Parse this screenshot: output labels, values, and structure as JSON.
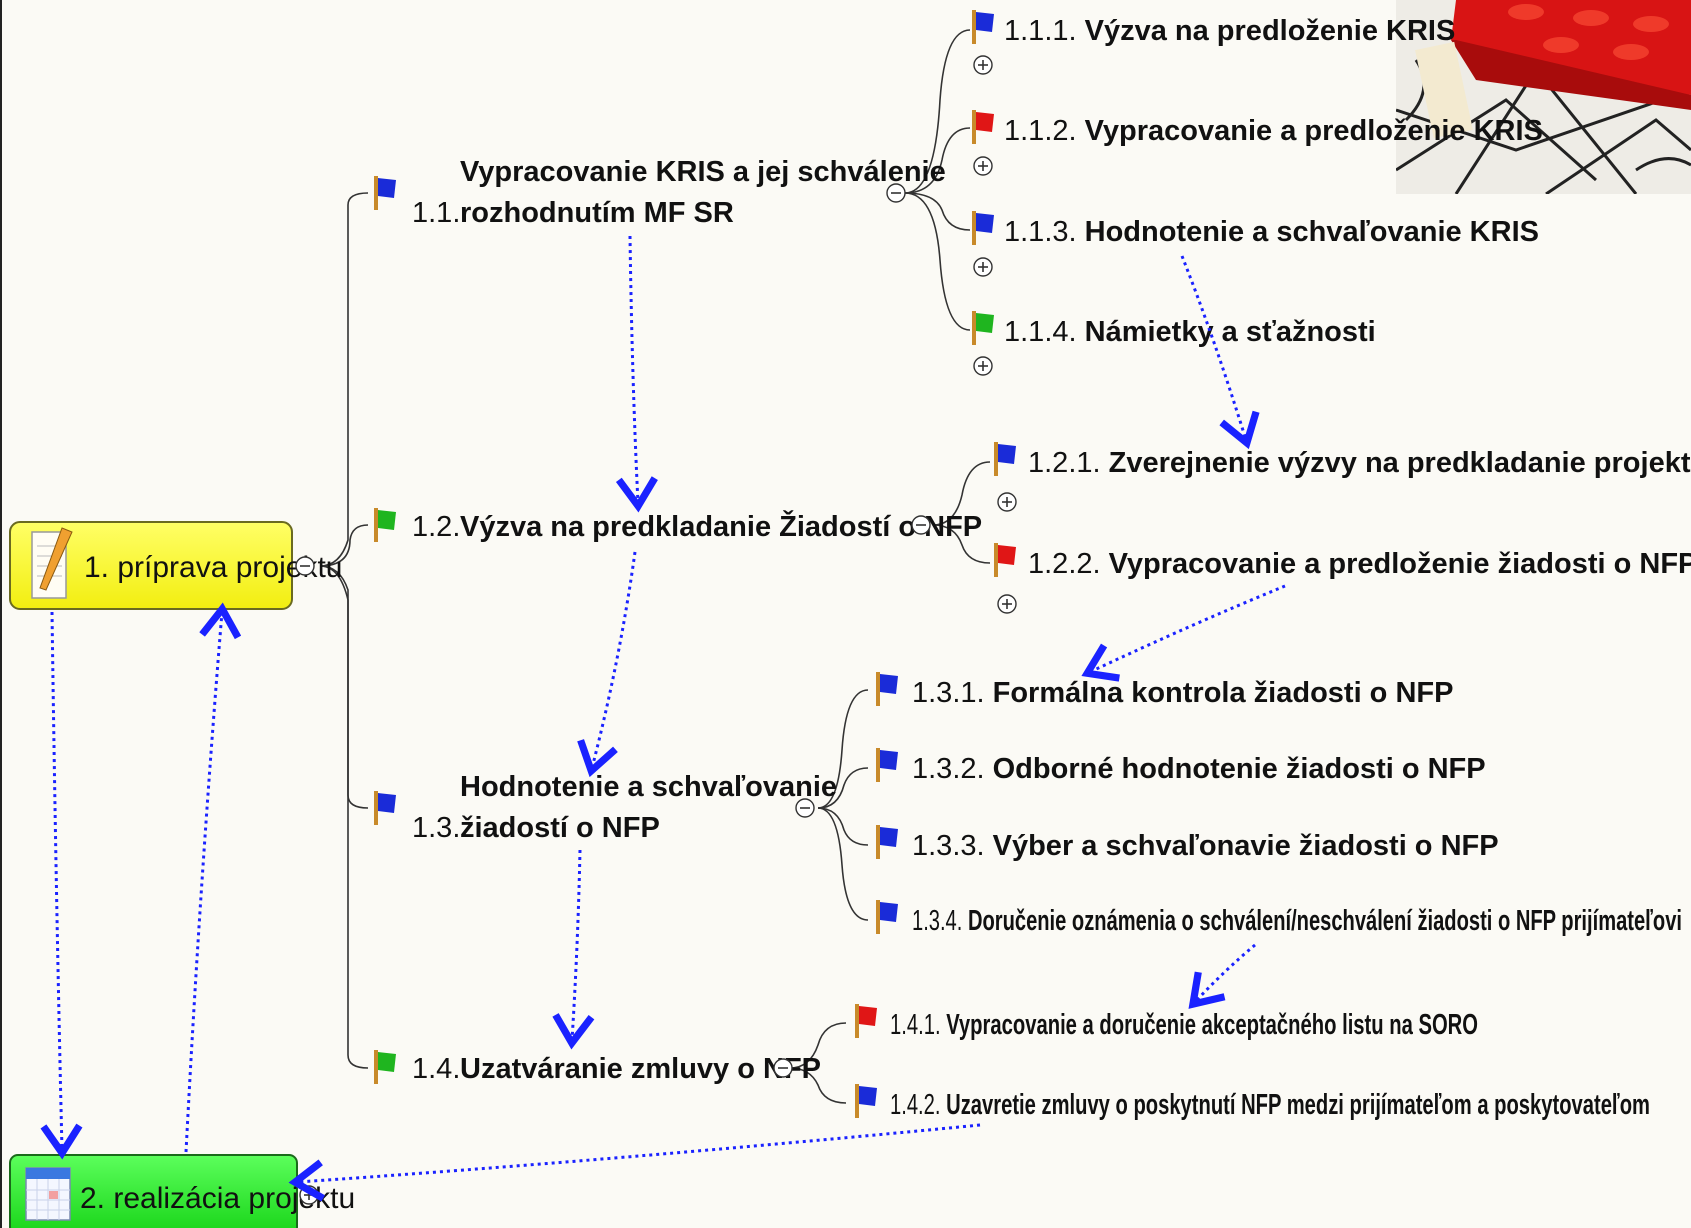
{
  "root_nodes": [
    {
      "id": "r1",
      "label": "1. príprava projektu",
      "color": "#ffff2a",
      "icon": "notepad-icon"
    },
    {
      "id": "r2",
      "label": "2. realizácia projektu",
      "color": "#22ee22",
      "icon": "calendar-icon"
    }
  ],
  "branches": [
    {
      "id": "b11",
      "num": "1.1.",
      "lines": [
        "Vypracovanie KRIS a jej schválenie",
        "rozhodnutím MF SR"
      ],
      "flag": "blue",
      "children": [
        {
          "id": "c111",
          "num": "1.1.1.",
          "text": "Výzva na predloženie KRIS",
          "flag": "blue"
        },
        {
          "id": "c112",
          "num": "1.1.2.",
          "text": "Vypracovanie a predloženie KRIS",
          "flag": "red"
        },
        {
          "id": "c113",
          "num": "1.1.3.",
          "text": "Hodnotenie a schvaľovanie KRIS",
          "flag": "blue"
        },
        {
          "id": "c114",
          "num": "1.1.4.",
          "text": "Námietky a sťažnosti",
          "flag": "green"
        }
      ]
    },
    {
      "id": "b12",
      "num": "1.2.",
      "lines": [
        "Výzva na predkladanie Žiadostí o NFP"
      ],
      "flag": "green",
      "children": [
        {
          "id": "c121",
          "num": "1.2.1.",
          "text": "Zverejnenie výzvy na predkladanie projektov",
          "flag": "blue"
        },
        {
          "id": "c122",
          "num": "1.2.2.",
          "text": "Vypracovanie a predloženie žiadosti o NFP na SORO",
          "flag": "red"
        }
      ]
    },
    {
      "id": "b13",
      "num": "1.3.",
      "lines": [
        "Hodnotenie a schvaľovanie",
        "žiadostí o NFP"
      ],
      "flag": "blue",
      "children": [
        {
          "id": "c131",
          "num": "1.3.1.",
          "text": "Formálna kontrola žiadosti o NFP",
          "flag": "blue"
        },
        {
          "id": "c132",
          "num": "1.3.2.",
          "text": "Odborné hodnotenie žiadosti o NFP",
          "flag": "blue"
        },
        {
          "id": "c133",
          "num": "1.3.3.",
          "text": "Výber a schvaľonavie žiadosti o NFP",
          "flag": "blue"
        },
        {
          "id": "c134",
          "num": "1.3.4.",
          "text": "Doručenie oznámenia o schválení/neschválení žiadosti o NFP prijímateľovi",
          "flag": "blue"
        }
      ]
    },
    {
      "id": "b14",
      "num": "1.4.",
      "lines": [
        "Uzatváranie zmluvy o NFP"
      ],
      "flag": "green",
      "children": [
        {
          "id": "c141",
          "num": "1.4.1.",
          "text": "Vypracovanie a doručenie akceptačného listu na SORO",
          "flag": "red"
        },
        {
          "id": "c142",
          "num": "1.4.2.",
          "text": "Uzavretie zmluvy o poskytnutí NFP medzi prijímateľom a poskytovateľom",
          "flag": "blue"
        }
      ]
    }
  ],
  "flag_colors": {
    "blue": "#1a2bd8",
    "red": "#e01616",
    "green": "#1fb51f",
    "pole": "#c88a2a"
  },
  "dependency_color": "#1a22ff"
}
